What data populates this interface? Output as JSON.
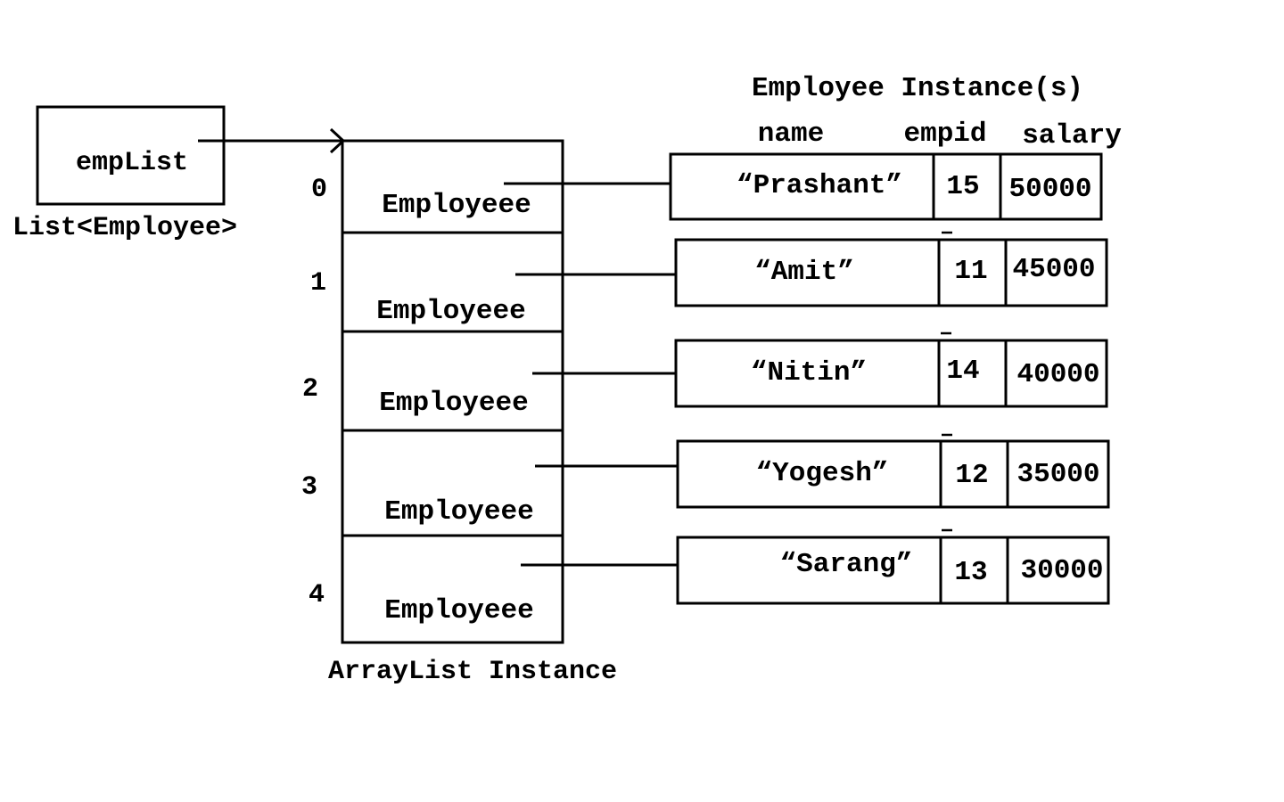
{
  "reference": {
    "variable_name": "empList",
    "type_label": "List<Employee>"
  },
  "arraylist": {
    "caption": "ArrayList Instance",
    "slots": [
      {
        "index": "0",
        "label": "Employeee"
      },
      {
        "index": "1",
        "label": "Employeee"
      },
      {
        "index": "2",
        "label": "Employeee"
      },
      {
        "index": "3",
        "label": "Employeee"
      },
      {
        "index": "4",
        "label": "Employeee"
      }
    ]
  },
  "employees": {
    "title": "Employee Instance(s)",
    "columns": {
      "name": "name",
      "empid": "empid",
      "salary": "salary"
    },
    "rows": [
      {
        "name": "“Prashant”",
        "empid": "15",
        "salary": "50000"
      },
      {
        "name": "“Amit”",
        "empid": "11",
        "salary": "45000"
      },
      {
        "name": "“Nitin”",
        "empid": "14",
        "salary": "40000"
      },
      {
        "name": "“Yogesh”",
        "empid": "12",
        "salary": "35000"
      },
      {
        "name": "“Sarang”",
        "empid": "13",
        "salary": "30000"
      }
    ]
  },
  "colors": {
    "ink": "#000000",
    "background": "#ffffff"
  }
}
